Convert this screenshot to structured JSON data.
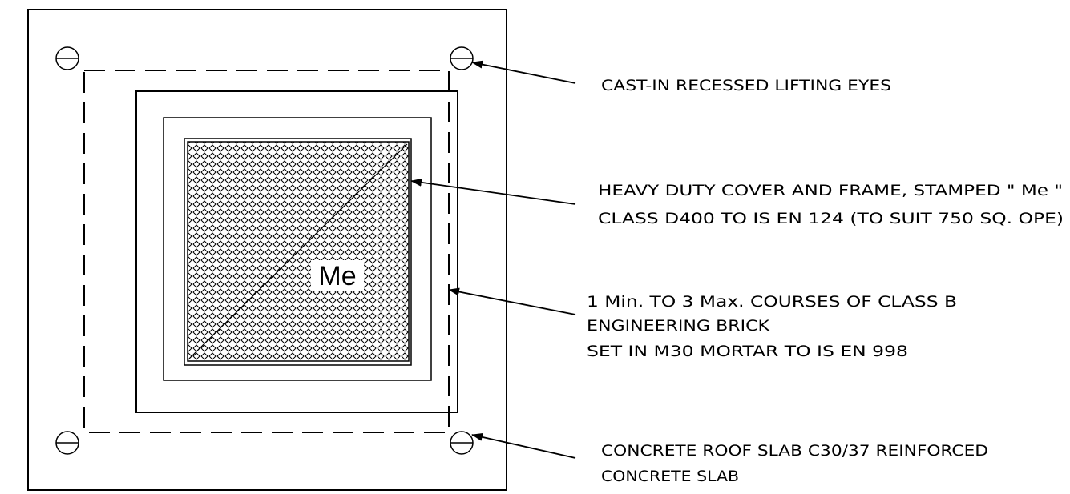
{
  "cover": {
    "stamp": "Me"
  },
  "notes": {
    "lifting_eyes": "CAST-IN RECESSED LIFTING EYES",
    "cover_frame": [
      "HEAVY DUTY COVER AND FRAME, STAMPED \" Me \"",
      "CLASS D400 TO IS EN 124 (TO SUIT 750 SQ. OPE)"
    ],
    "brick_courses": [
      "1 Min. TO 3 Max. COURSES OF CLASS B",
      "ENGINEERING BRICK",
      "SET IN M30 MORTAR TO IS EN 998"
    ],
    "roof_slab": [
      "CONCRETE ROOF SLAB C30/37 REINFORCED",
      "CONCRETE SLAB"
    ]
  },
  "colors": {
    "line": "#000000",
    "background": "#ffffff"
  }
}
